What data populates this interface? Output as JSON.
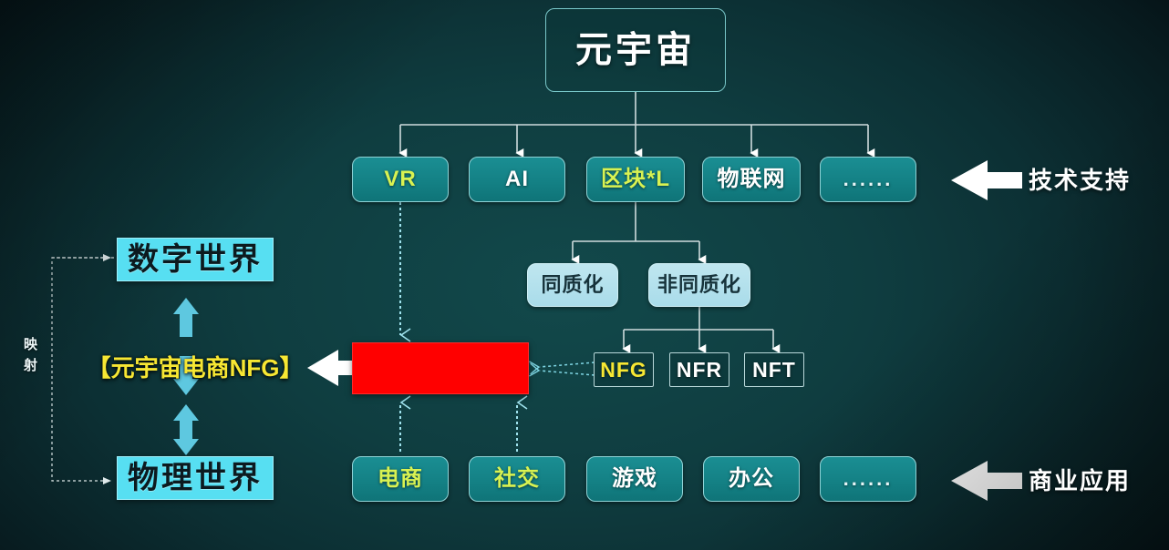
{
  "diagram": {
    "title": "元宇宙",
    "background_color": "#0f3d40",
    "root": {
      "label": "元宇宙"
    },
    "tech_row": {
      "legend": "技术支持",
      "items": [
        {
          "label": "VR",
          "color": "#d8f252"
        },
        {
          "label": "AI",
          "color": "#ffffff"
        },
        {
          "label": "区块*L",
          "color": "#d8f252"
        },
        {
          "label": "物联网",
          "color": "#ffffff"
        },
        {
          "label": "......",
          "color": "#ffffff"
        }
      ]
    },
    "token_row": {
      "items": [
        {
          "label": "同质化"
        },
        {
          "label": "非同质化"
        }
      ]
    },
    "nf_row": {
      "items": [
        {
          "label": "NFG",
          "color": "#f7e733"
        },
        {
          "label": "NFR",
          "color": "#ffffff"
        },
        {
          "label": "NFT",
          "color": "#ffffff"
        }
      ]
    },
    "business_row": {
      "legend": "商业应用",
      "items": [
        {
          "label": "电商",
          "color": "#d8f252"
        },
        {
          "label": "社交",
          "color": "#d8f252"
        },
        {
          "label": "游戏",
          "color": "#ffffff"
        },
        {
          "label": "办公",
          "color": "#ffffff"
        },
        {
          "label": "......",
          "color": "#ffffff"
        }
      ]
    },
    "left_column": {
      "digital_world": "数字世界",
      "center_label": "【元宇宙电商NFG】",
      "physical_world": "物理世界",
      "mapping_label": "映射"
    },
    "center_box": {
      "label": "",
      "color": "#ff0000"
    }
  }
}
